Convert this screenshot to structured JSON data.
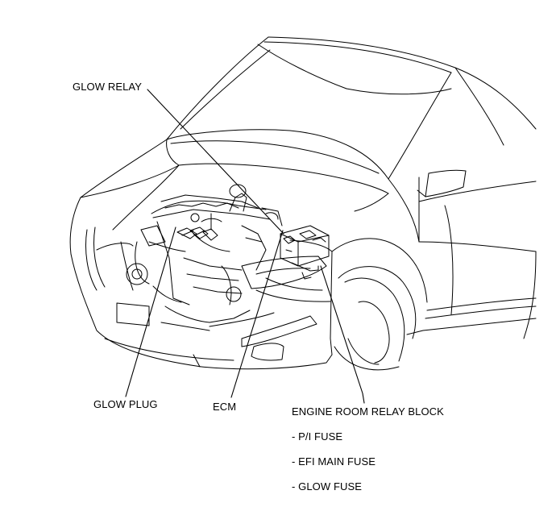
{
  "callouts": {
    "glow_relay": "GLOW RELAY",
    "glow_plug": "GLOW PLUG",
    "ecm": "ECM",
    "engine_room_relay_block": "ENGINE ROOM RELAY BLOCK"
  },
  "fuses": [
    "- P/I FUSE",
    "- EFI MAIN FUSE",
    "- GLOW FUSE"
  ],
  "colors": {
    "line": "#000000",
    "background": "#ffffff"
  }
}
